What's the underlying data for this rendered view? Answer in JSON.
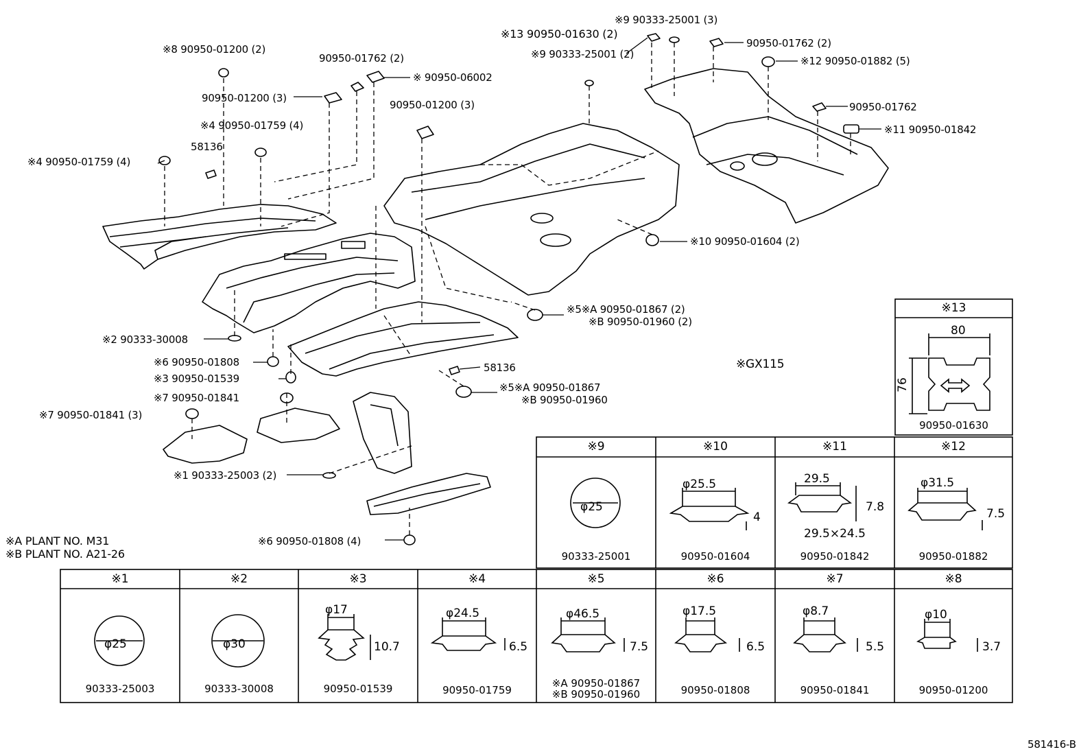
{
  "drawing_id": "581416-B",
  "variant_note": "※GX115",
  "plant_notes": [
    "※A  PLANT  NO. M31",
    "※B  PLANT  NO. A21-26"
  ],
  "callouts": [
    {
      "id": "c8a",
      "text": "※8 90950-01200 (2)"
    },
    {
      "id": "c1762a",
      "text": "90950-01762 (2)"
    },
    {
      "id": "c06002",
      "text": "※ 90950-06002"
    },
    {
      "id": "c1200_3a",
      "text": "90950-01200 (3)"
    },
    {
      "id": "c4a",
      "text": "※4 90950-01759 (4)"
    },
    {
      "id": "c58136a",
      "text": "58136"
    },
    {
      "id": "c4b",
      "text": "※4  90950-01759 (4)"
    },
    {
      "id": "c1200_3b",
      "text": "90950-01200 (3)"
    },
    {
      "id": "c9a",
      "text": "※9 90333-25001 (3)"
    },
    {
      "id": "c13",
      "text": "※13 90950-01630 (2)"
    },
    {
      "id": "c9b",
      "text": "※9 90333-25001 (2)"
    },
    {
      "id": "c1762b",
      "text": "90950-01762 (2)"
    },
    {
      "id": "c12",
      "text": "※12 90950-01882 (5)"
    },
    {
      "id": "c1762c",
      "text": "90950-01762"
    },
    {
      "id": "c11",
      "text": "※11 90950-01842"
    },
    {
      "id": "c10",
      "text": "※10 90950-01604 (2)"
    },
    {
      "id": "c5a1",
      "text": "※5※A 90950-01867 (2)"
    },
    {
      "id": "c5a2",
      "text": "※B 90950-01960 (2)"
    },
    {
      "id": "c2",
      "text": "※2  90333-30008"
    },
    {
      "id": "c6a",
      "text": "※6  90950-01808"
    },
    {
      "id": "c3",
      "text": "※3  90950-01539"
    },
    {
      "id": "c7a",
      "text": "※7  90950-01841"
    },
    {
      "id": "c7b",
      "text": "※7  90950-01841 (3)"
    },
    {
      "id": "c58136b",
      "text": "58136"
    },
    {
      "id": "c5b1",
      "text": "※5※A 90950-01867"
    },
    {
      "id": "c5b2",
      "text": "※B 90950-01960"
    },
    {
      "id": "c1",
      "text": "※1 90333-25003 (2)"
    },
    {
      "id": "c6b",
      "text": "※6  90950-01808 (4)"
    }
  ],
  "detail_13": {
    "title": "※13",
    "width": "80",
    "height": "76",
    "part": "90950-01630"
  },
  "table_top": [
    {
      "title": "※9",
      "part": "90333-25001",
      "dims": [
        "φ25"
      ]
    },
    {
      "title": "※10",
      "part": "90950-01604",
      "dims": [
        "φ25.5",
        "4"
      ]
    },
    {
      "title": "※11",
      "part": "90950-01842",
      "dims": [
        "29.5",
        "7.8",
        "29.5×24.5"
      ]
    },
    {
      "title": "※12",
      "part": "90950-01882",
      "dims": [
        "φ31.5",
        "7.5"
      ]
    }
  ],
  "table_bottom": [
    {
      "title": "※1",
      "part": "90333-25003",
      "dims": [
        "φ25"
      ]
    },
    {
      "title": "※2",
      "part": "90333-30008",
      "dims": [
        "φ30"
      ]
    },
    {
      "title": "※3",
      "part": "90950-01539",
      "dims": [
        "φ17",
        "10.7"
      ]
    },
    {
      "title": "※4",
      "part": "90950-01759",
      "dims": [
        "φ24.5",
        "6.5"
      ]
    },
    {
      "title": "※5",
      "part": "",
      "parts": [
        "※A 90950-01867",
        "※B 90950-01960"
      ],
      "dims": [
        "φ46.5",
        "7.5"
      ]
    },
    {
      "title": "※6",
      "part": "90950-01808",
      "dims": [
        "φ17.5",
        "6.5"
      ]
    },
    {
      "title": "※7",
      "part": "90950-01841",
      "dims": [
        "φ8.7",
        "5.5"
      ]
    },
    {
      "title": "※8",
      "part": "90950-01200",
      "dims": [
        "φ10",
        "3.7"
      ]
    }
  ]
}
